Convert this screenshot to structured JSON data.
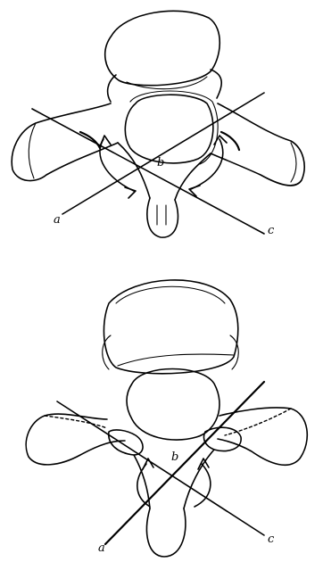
{
  "top_view": {
    "label_a": "a",
    "label_b": "b",
    "label_c": "c"
  },
  "bottom_view": {
    "label_a": "a",
    "label_b": "b",
    "label_c": "c"
  }
}
